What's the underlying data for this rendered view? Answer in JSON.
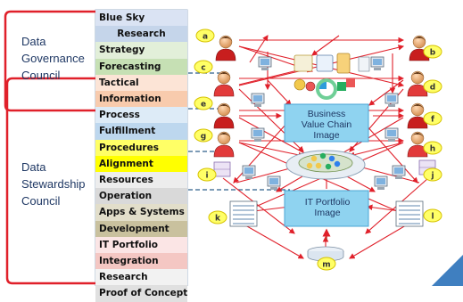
{
  "councils": [
    {
      "id": "governance",
      "label": "Data\nGovernance\nCouncil"
    },
    {
      "id": "stewardship",
      "label": "Data\nStewardship\nCouncil"
    }
  ],
  "bands": [
    {
      "label": "Blue Sky",
      "color": "#dae3f3"
    },
    {
      "label": "Research",
      "color": "#c5d5ea",
      "align": "center"
    },
    {
      "label": "Strategy",
      "color": "#e2efd9"
    },
    {
      "label": "Forecasting",
      "color": "#c6e0b4"
    },
    {
      "label": "Tactical",
      "color": "#fce4d6"
    },
    {
      "label": "Information",
      "color": "#f8cbad"
    },
    {
      "label": "Process",
      "color": "#ddebf7"
    },
    {
      "label": "Fulfillment",
      "color": "#bdd7ee"
    },
    {
      "label": "Procedures",
      "color": "#ffff66"
    },
    {
      "label": "Alignment",
      "color": "#ffff00"
    },
    {
      "label": "Resources",
      "color": "#ededed"
    },
    {
      "label": "Operation",
      "color": "#d9d9d9"
    },
    {
      "label": "Apps & Systems",
      "color": "#e2deca"
    },
    {
      "label": "Development",
      "color": "#c9c19e"
    },
    {
      "label": "IT Portfolio",
      "color": "#fbe5e5"
    },
    {
      "label": "Integration",
      "color": "#f4c7c3"
    },
    {
      "label": "Research",
      "color": "#f2f2f2"
    },
    {
      "label": "Proof of Concept",
      "color": "#e0e0e0"
    }
  ],
  "badges": [
    "a",
    "b",
    "c",
    "d",
    "e",
    "f",
    "g",
    "h",
    "i",
    "j",
    "k",
    "l",
    "m"
  ],
  "boxes": [
    {
      "id": "business-value",
      "label": "Business\nValue Chain\nImage"
    },
    {
      "id": "it-portfolio",
      "label": "IT Portfolio\nImage"
    }
  ],
  "colors": {
    "bracket": "#e0202a",
    "arrow": "#e0202a",
    "label_text": "#1f3864",
    "box_fill": "#8fd3f0",
    "badge_fill": "#ffff66",
    "badge_stroke": "#d6c200",
    "divider": "#2e5f8a",
    "corner_accent": "#3f7fc0"
  },
  "icons": [
    "person-icon",
    "computer-icon",
    "calendar-icon",
    "chart-icon",
    "people-icon",
    "blocks-icon",
    "disk-icon",
    "grid-icon",
    "document-stack-icon",
    "network-icon"
  ]
}
